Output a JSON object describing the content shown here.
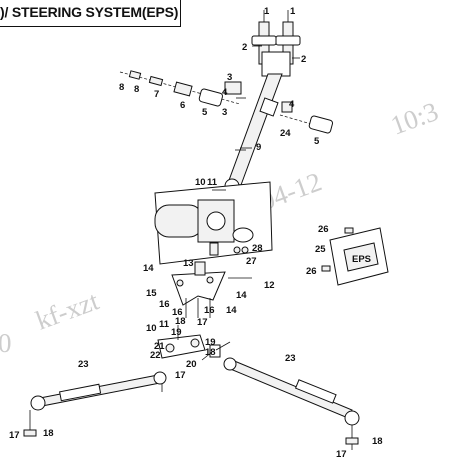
{
  "title": ")/ STEERING SYSTEM(EPS)",
  "watermark": {
    "text_left": "kf-xzt",
    "text_mid": "2022-04-12",
    "text_right": "10:3",
    "text_edge": "0"
  },
  "callouts": {
    "c1a": "1",
    "c1b": "1",
    "c2a": "2",
    "c2b": "2",
    "c3a": "3",
    "c3b": "3",
    "c4a": "4",
    "c4b": "4",
    "c5a": "5",
    "c5b": "5",
    "c6": "6",
    "c7": "7",
    "c8a": "8",
    "c8b": "8",
    "c9": "9",
    "c10a": "10",
    "c10b": "10",
    "c11a": "11",
    "c11b": "11",
    "c12": "12",
    "c13": "13",
    "c14a": "14",
    "c14b": "14",
    "c14c": "14",
    "c15": "15",
    "c16a": "16",
    "c16b": "16",
    "c16c": "16",
    "c17a": "17",
    "c17b": "17",
    "c17c": "17",
    "c17d": "17",
    "c18a": "18",
    "c18b": "18",
    "c18c": "18",
    "c18d": "18",
    "c19a": "19",
    "c19b": "19",
    "c20": "20",
    "c21": "21",
    "c22": "22",
    "c23a": "23",
    "c23b": "23",
    "c24": "24",
    "c25": "25",
    "c26a": "26",
    "c26b": "26",
    "c27": "27",
    "c28": "28",
    "eps_badge": "EPS"
  }
}
